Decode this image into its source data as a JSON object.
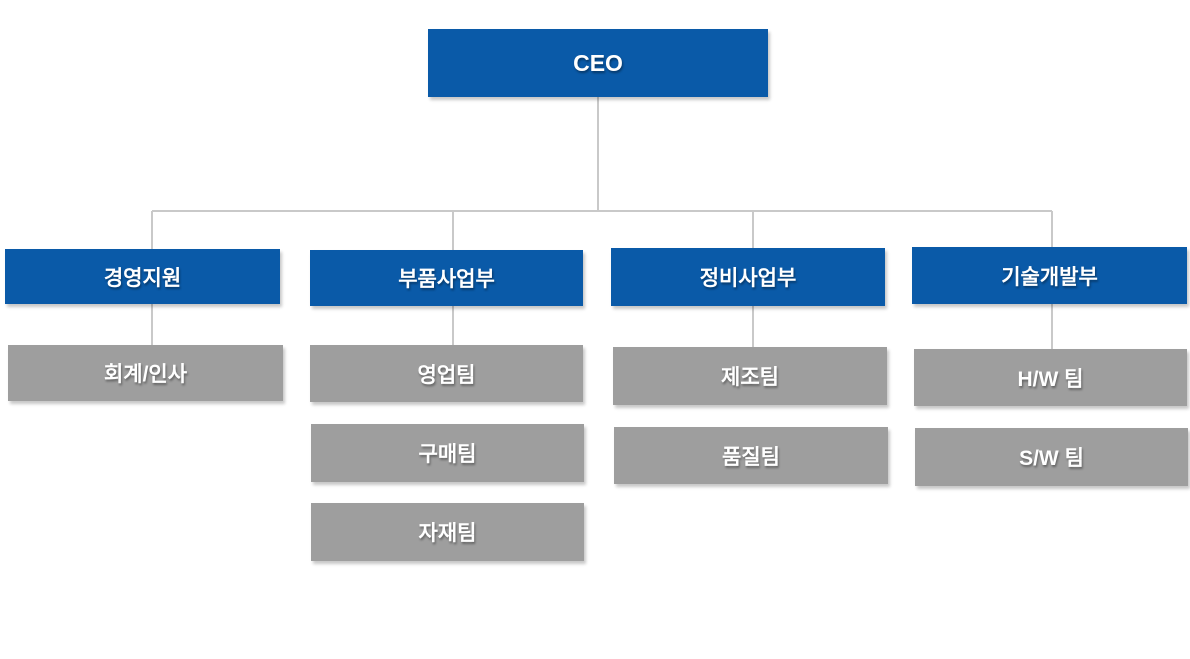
{
  "colors": {
    "node_blue": "#0A5AA8",
    "node_gray": "#9E9E9E",
    "connector_color": "#C9C9C9",
    "node_text": "#FFFFFF",
    "canvas_bg": "#FFFFFF"
  },
  "org": {
    "ceo": {
      "label": "CEO"
    },
    "departments": [
      {
        "label": "경영지원",
        "teams": [
          "회계/인사"
        ]
      },
      {
        "label": "부품사업부",
        "teams": [
          "영업팀",
          "구매팀",
          "자재팀"
        ]
      },
      {
        "label": "정비사업부",
        "teams": [
          "제조팀",
          "품질팀"
        ]
      },
      {
        "label": "기술개발부",
        "teams": [
          "H/W 팀",
          "S/W 팀"
        ]
      }
    ]
  }
}
